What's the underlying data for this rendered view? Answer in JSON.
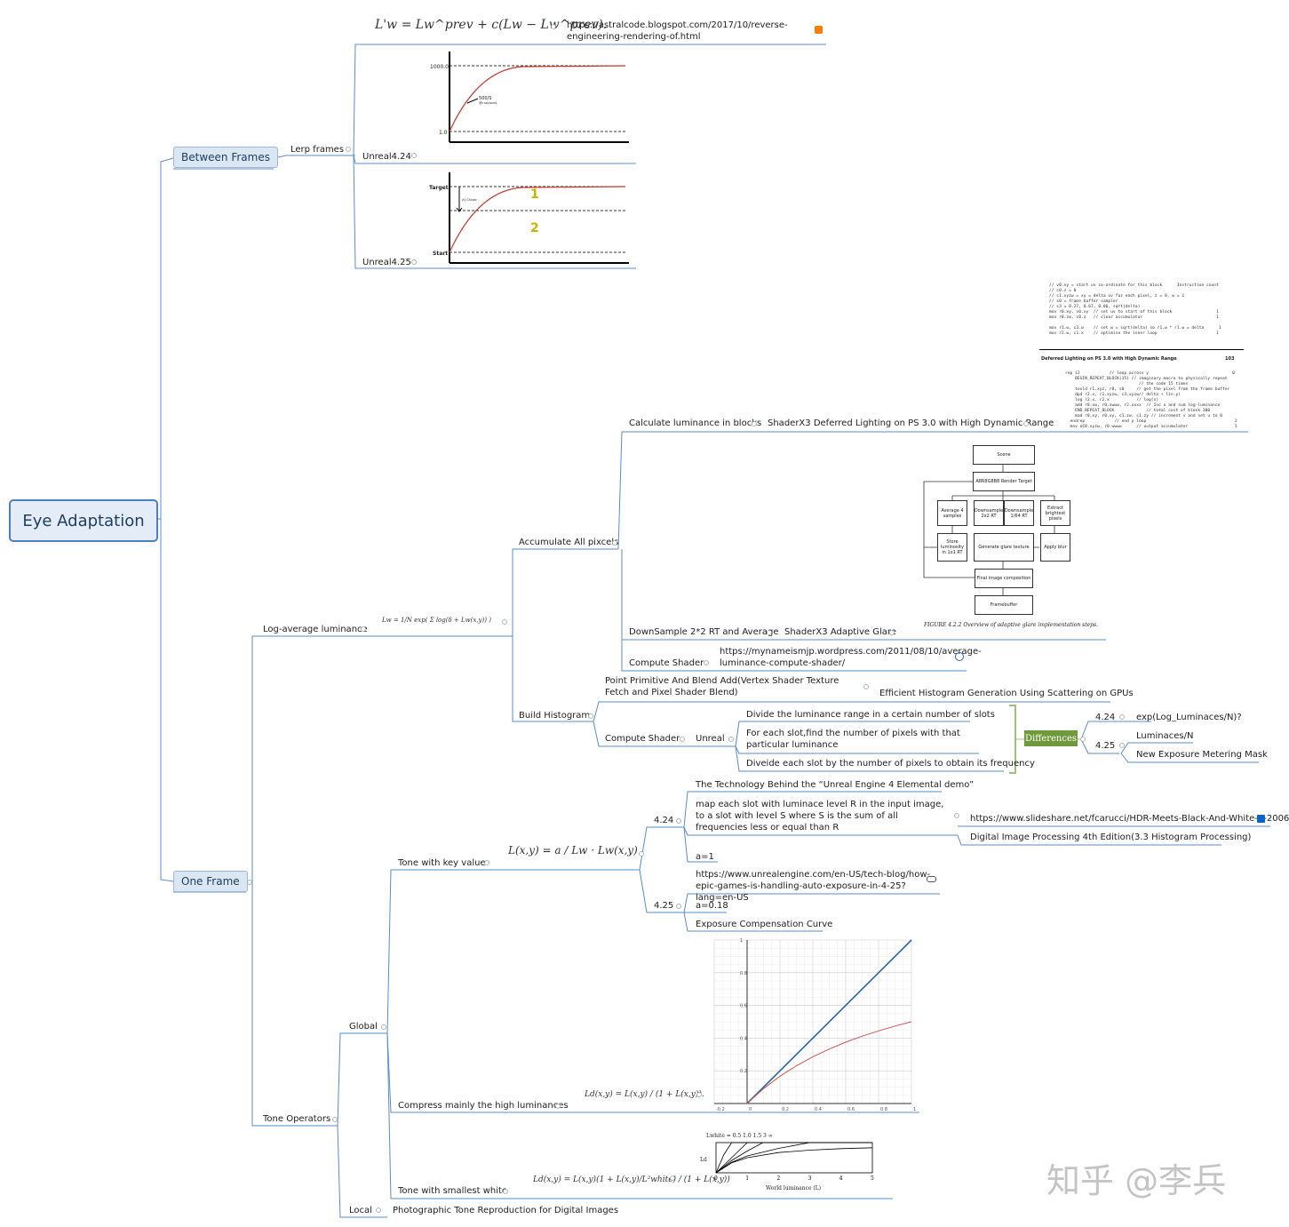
{
  "root": {
    "label": "Eye Adaptation"
  },
  "between_frames": {
    "label": "Between Frames",
    "lerp": "Lerp frames",
    "formula": "L'w = Lw^prev + c(Lw − Lw^prev).",
    "link": "https://astralcode.blogspot.com/2017/10/reverse-engineering-rendering-of.html",
    "unreal424": "Unreal4.24",
    "unreal425": "Unreal4.25",
    "graph1": {
      "ytop": "1000.0",
      "ybottom": "1.0",
      "note": "500/S",
      "note2": "@t seconds"
    },
    "graph2": {
      "target": "Target",
      "start": "Start",
      "n1": "1",
      "n2": "2",
      "note": "(t) Ch/sec"
    }
  },
  "one_frame": {
    "label": "One Frame",
    "log_avg": {
      "label": "Log-average luminance",
      "formula": "Lw = 1/N exp( Σ log(δ + Lw(x,y)) )",
      "accumulate": {
        "label": "Accumulate All pixcels",
        "calc_blocks": "Calculate luminance in blocks",
        "shaderx3_deferred": "ShaderX3 Deferred Lighting on PS 3.0 with High Dynamic Range",
        "downsample": "DownSample 2*2 RT and Average",
        "shaderx3_glare": "ShaderX3 Adaptive Glare",
        "compute_shader": "Compute Shader",
        "compute_link": "https://mynameismjp.wordpress.com/2011/08/10/average-luminance-compute-shader/",
        "figure_caption": "FIGURE 4.2.2     Overview of adaptive glare implementation steps.",
        "code_header": "Deferred Lighting on PS 3.0 with High Dynamic Range",
        "code_page": "103",
        "code_top": "// v0.xy = start uv co-ordinate for this block      Instruction count\n// c0.z = 0\n// c1.xyzw = xy = delta uv for each pixel, z = 0, w = 1\n// s0 = frame buffer sampler\n// c3 = 0.27, 0.67, 0.06, sqrt(delta)\nmov r0.xy, v0.xy  // set uv to start of this block                  1\nmov r0.zw, c0.z   // clear accumulator                              1\n\nmov r1.w, c3.w    // set w = sqrt(delta) so r1.w * r1.w = delta      1\nmov r2.w, c1.x    // optimise the inner loop                        1",
        "code_bottom": "rep i2            // loop across y                                  0\n    BEGIN_REPEAT_BLOCK(15) // imaginary macro to physically repeat\n                              // the code 15 times\n    texld r1.xyz, r0, s0     // get the pixel from the frame buffer\n    dp4 r2.x, r1.xyzw, c3.xyzw// delta + lin.y)\n    log r2.x, r2.x           // log(x)\n    add r0.xw, r0.xwww, r2.xxxx  // Inc u and sum log-luminance\n    END_REPEAT_BLOCK             // total cost of block 300\n    mad r0.xy, r0.xy, c1.zw, c1.zy // increment v and set u to 0\n  endrep            // end y loop                                    2\n  mov oC0.xyzw, r0.wwww      // output accumulator                   1",
        "flow": {
          "scene": "Scene",
          "rt": "A8R8G8B8 Render Target",
          "avg": "Average 4 samples",
          "ds2": "Downsample 2x2 RT",
          "ds64": "Downsample 1/64 RT",
          "extract": "Extract brightest pixels",
          "store": "Store luminosity in 1x1 RT",
          "glare": "Generate glare texture",
          "blur": "Apply blur",
          "final": "Final image composition",
          "fb": "Framebuffer"
        }
      },
      "histogram": {
        "label": "Build Histogram",
        "point_prim": "Point Primitive And Blend Add(Vertex Shader Texture Fetch and Pixel Shader Blend)",
        "efficient": "Efficient Histogram Generation Using Scattering on GPUs",
        "compute_shader": "Compute Shader",
        "unreal": "Unreal",
        "step1": "Divide the luminance range in a certain number of slots",
        "step2": "For each slot,find the number of pixels with that particular luminance",
        "step3": "Diveide each slot by the number of pixels to obtain its frequency",
        "differences": "Differences",
        "v424": "4.24",
        "v425": "4.25",
        "d424": "exp(Log_Luminaces/N)?",
        "d425a": "Luminaces/N",
        "d425b": "New Exposure Metering Mask"
      }
    },
    "tone_ops": {
      "label": "Tone Operators",
      "global": "Global",
      "local": "Local",
      "local_ref": "Photographic Tone Reproduction for Digital Images",
      "key_value": {
        "label": "Tone with key value",
        "formula": "L(x,y) = a / Lw · Lw(x,y)",
        "v424": "4.24",
        "v425": "4.25",
        "tech": "The Technology Behind the “Unreal Engine 4 Elemental demo”",
        "map": "map each slot with luminace level R in the input image, to a slot with level S where S is the sum of all frequencies less or equal than R",
        "slideshare": "https://www.slideshare.net/fcarucci/HDR-Meets-Black-And-White-2-2006",
        "dip": "Digital Image Processing 4th Edition(3.3 Histogram Processing)",
        "a424": "a=1",
        "epic": "https://www.unrealengine.com/en-US/tech-blog/how-epic-games-is-handling-auto-exposure-in-4-25?lang=en-US",
        "a425": "a=0.18",
        "ecc": "Exposure Compensation Curve"
      },
      "compress": {
        "label": "Compress mainly the high luminances",
        "formula": "Ld(x,y) = L(x,y) / (1 + L(x,y))."
      },
      "smallest_white": {
        "label": "Tone with smallest white",
        "formula": "Ld(x,y) = L(x,y)(1 + L(x,y)/L²white) / (1 + L(x,y))",
        "chart_header": "Lwhite = 0.5   1.0   1.5          3              ∞",
        "xlabel": "World luminance (L)",
        "ylabel": "Ld"
      }
    }
  },
  "watermark": "知乎 @李兵",
  "chart_data": [
    {
      "type": "line",
      "title": "",
      "xlabel": "",
      "ylabel": "",
      "xlim": [
        -0.2,
        1
      ],
      "ylim": [
        0,
        1
      ],
      "x_ticks": [
        "-0.2",
        "0",
        "0.2",
        "0.4",
        "0.6",
        "0.8",
        "1"
      ],
      "y_ticks": [
        "0.2",
        "0.4",
        "0.6",
        "0.8",
        "1"
      ],
      "grid": true,
      "series": [
        {
          "color": "#2a63a8",
          "x": [
            0,
            1
          ],
          "y": [
            0,
            1
          ]
        },
        {
          "color": "#cc5555",
          "x": [
            0,
            0.1,
            0.2,
            0.3,
            0.4,
            0.5,
            0.6,
            0.7,
            0.8,
            0.9,
            1.0
          ],
          "y": [
            0,
            0.091,
            0.167,
            0.231,
            0.286,
            0.333,
            0.375,
            0.412,
            0.444,
            0.474,
            0.5
          ]
        }
      ]
    },
    {
      "type": "line",
      "title": "",
      "xlabel": "World luminance (L)",
      "ylabel": "Ld",
      "xlim": [
        0,
        5
      ],
      "ylim": [
        0,
        1
      ],
      "x_ticks": [
        "0",
        "1",
        "2",
        "3",
        "4",
        "5"
      ],
      "grid": false,
      "series": [
        {
          "name": "0.5",
          "color": "#000000",
          "x": [
            0,
            0.25,
            0.5,
            5
          ],
          "y": [
            0,
            0.6,
            1,
            1
          ]
        },
        {
          "name": "1.0",
          "color": "#000000",
          "x": [
            0,
            0.5,
            1,
            5
          ],
          "y": [
            0,
            0.5,
            1,
            1
          ]
        },
        {
          "name": "1.5",
          "color": "#000000",
          "x": [
            0,
            0.5,
            1,
            1.5,
            5
          ],
          "y": [
            0,
            0.41,
            0.72,
            1,
            1
          ]
        },
        {
          "name": "3",
          "color": "#000000",
          "x": [
            0,
            0.5,
            1,
            2,
            3,
            5
          ],
          "y": [
            0,
            0.35,
            0.56,
            0.81,
            1,
            1
          ]
        },
        {
          "name": "∞",
          "color": "#000000",
          "x": [
            0,
            0.5,
            1,
            2,
            3,
            4,
            5
          ],
          "y": [
            0,
            0.33,
            0.5,
            0.67,
            0.75,
            0.8,
            0.83
          ]
        }
      ]
    }
  ]
}
